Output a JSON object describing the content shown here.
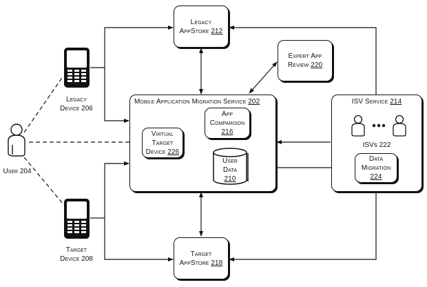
{
  "diagram": {
    "nodes": {
      "legacy_appstore": {
        "line1": "Legacy",
        "line2": "AppStore",
        "ref": "212"
      },
      "expert_review": {
        "line1": "Expert App",
        "line2": "Review",
        "ref": "220"
      },
      "migration_service": {
        "title": "Mobile Application Migration Service",
        "ref": "202"
      },
      "virtual_target_device": {
        "line1": "Virtual",
        "line2": "Target",
        "line3": "Device",
        "ref": "226"
      },
      "app_comparison": {
        "line1": "App",
        "line2": "Comparison",
        "ref": "216"
      },
      "user_data": {
        "line1": "User",
        "line2": "Data",
        "ref": "210"
      },
      "isv_service": {
        "title": "ISV Service",
        "ref": "214"
      },
      "isvs": {
        "label": "ISVs 222"
      },
      "data_migration": {
        "line1": "Data",
        "line2": "Migration",
        "ref": "224"
      },
      "target_appstore": {
        "line1": "Target",
        "line2": "AppStore",
        "ref": "218"
      },
      "legacy_device": {
        "line1": "Legacy",
        "line2": "Device 206"
      },
      "target_device": {
        "line1": "Target",
        "line2": "Device 208"
      },
      "user": {
        "label": "User 204"
      }
    },
    "edges": [
      {
        "from": "legacy_device",
        "to": "legacy_appstore",
        "style": "solid",
        "arrow": "end"
      },
      {
        "from": "legacy_device",
        "to": "migration_service",
        "style": "solid",
        "arrow": "end"
      },
      {
        "from": "target_device",
        "to": "migration_service",
        "style": "solid",
        "arrow": "end"
      },
      {
        "from": "target_device",
        "to": "target_appstore",
        "style": "solid",
        "arrow": "end"
      },
      {
        "from": "legacy_appstore",
        "to": "migration_service",
        "style": "solid",
        "arrow": "both"
      },
      {
        "from": "migration_service",
        "to": "target_appstore",
        "style": "solid",
        "arrow": "both"
      },
      {
        "from": "migration_service",
        "to": "expert_review",
        "style": "solid",
        "arrow": "both"
      },
      {
        "from": "isv_service",
        "to": "legacy_appstore",
        "style": "solid",
        "arrow": "end"
      },
      {
        "from": "isv_service",
        "to": "target_appstore",
        "style": "solid",
        "arrow": "end"
      },
      {
        "from": "isv_service",
        "to": "migration_service",
        "style": "solid",
        "arrow": "end"
      },
      {
        "from": "migration_service",
        "to": "data_migration",
        "style": "solid",
        "arrow": "end"
      },
      {
        "from": "user",
        "to": "legacy_device",
        "style": "dashed",
        "arrow": "none"
      },
      {
        "from": "user",
        "to": "target_device",
        "style": "dashed",
        "arrow": "none"
      },
      {
        "from": "user",
        "to": "virtual_target_device",
        "style": "dashed",
        "arrow": "none"
      }
    ]
  }
}
